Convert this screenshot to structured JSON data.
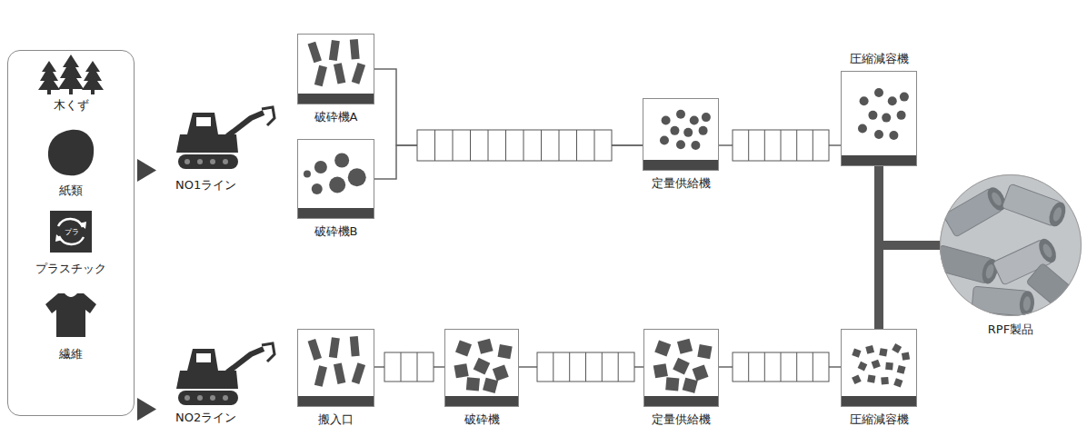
{
  "diagram": {
    "nodes": [
      {
        "text": [
          "木くず",
          "紙類",
          "プラスチック",
          "繊維"
        ]
      },
      {
        "text": [
          "破砕機A"
        ]
      },
      {
        "text": [
          "破砕機B"
        ]
      },
      {
        "text": [
          "定量供給機"
        ]
      },
      {
        "text": [
          "圧縮減容機"
        ]
      },
      {
        "text": [
          "RPF製品"
        ]
      },
      {
        "text": [
          "搬入口"
        ]
      },
      {
        "text": [
          "破砕機"
        ]
      },
      {
        "text": [
          "定量供給機"
        ]
      },
      {
        "text": [
          "圧縮減容機"
        ]
      }
    ],
    "edges": [
      {
        "from": 1,
        "to": 3,
        "arrow": "none"
      },
      {
        "from": 2,
        "to": 3,
        "arrow": "none"
      },
      {
        "from": 3,
        "to": 4,
        "arrow": "none"
      },
      {
        "from": 6,
        "to": 7,
        "arrow": "none"
      },
      {
        "from": 7,
        "to": 8,
        "arrow": "none"
      },
      {
        "from": 8,
        "to": 9,
        "arrow": "none"
      },
      {
        "from": 4,
        "to": 5,
        "arrow": "none"
      },
      {
        "from": 9,
        "to": 5,
        "arrow": "none"
      }
    ],
    "labels": [
      "NO1ライン",
      "NO2ライン",
      "プラ"
    ]
  }
}
